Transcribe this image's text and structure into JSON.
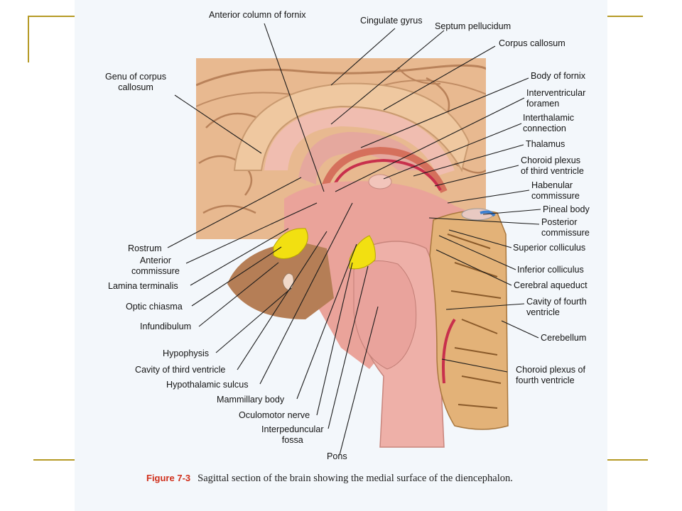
{
  "figure": {
    "number": "Figure 7-3",
    "caption": "Sagittal section of the brain showing the medial surface of the diencephalon."
  },
  "colors": {
    "frame_accent": "#b59a25",
    "figure_number": "#d0301c",
    "cortex": "#e8b990",
    "tissue_pink": "#e8a9a2",
    "choroid_red": "#c8304c",
    "yellow_structures": "#f2e011",
    "blue_pineal": "#3c7fd0"
  },
  "labels": {
    "anterior_column_of_fornix": "Anterior column of fornix",
    "cingulate_gyrus": "Cingulate gyrus",
    "septum_pellucidum": "Septum pellucidum",
    "corpus_callosum": "Corpus callosum",
    "genu_of_corpus_callosum": "Genu of corpus\ncallosum",
    "body_of_fornix": "Body of fornix",
    "interventricular_foramen": "Interventricular\nforamen",
    "interthalamic_connection": "Interthalamic\nconnection",
    "thalamus": "Thalamus",
    "choroid_plexus_third": "Choroid plexus\nof third ventricle",
    "habenular_commissure": "Habenular\ncommissure",
    "pineal_body": "Pineal body",
    "posterior_commissure": "Posterior\ncommissure",
    "superior_colliculus": "Superior colliculus",
    "inferior_colliculus": "Inferior colliculus",
    "cerebral_aqueduct": "Cerebral aqueduct",
    "cavity_of_fourth_ventricle": "Cavity of fourth\nventricle",
    "cerebellum": "Cerebellum",
    "choroid_plexus_fourth": "Choroid plexus of\nfourth ventricle",
    "rostrum": "Rostrum",
    "anterior_commissure": "Anterior\ncommissure",
    "lamina_terminalis": "Lamina terminalis",
    "optic_chiasma": "Optic chiasma",
    "infundibulum": "Infundibulum",
    "hypophysis": "Hypophysis",
    "cavity_of_third_ventricle": "Cavity of third ventricle",
    "hypothalamic_sulcus": "Hypothalamic sulcus",
    "mammillary_body": "Mammillary body",
    "oculomotor_nerve": "Oculomotor nerve",
    "interpeduncular_fossa": "Interpeduncular\nfossa",
    "pons": "Pons"
  },
  "leaders": [
    {
      "id": "anterior_column_of_fornix",
      "label": [
        372,
        33
      ],
      "target": [
        456,
        270
      ]
    },
    {
      "id": "cingulate_gyrus",
      "label": [
        556,
        40
      ],
      "target": [
        466,
        120
      ]
    },
    {
      "id": "septum_pellucidum",
      "label": [
        625,
        43
      ],
      "target": [
        466,
        175
      ]
    },
    {
      "id": "corpus_callosum",
      "label": [
        697,
        65
      ],
      "target": [
        540,
        155
      ]
    },
    {
      "id": "genu_of_corpus_callosum",
      "label": [
        246,
        134
      ],
      "target": [
        368,
        216
      ]
    },
    {
      "id": "body_of_fornix",
      "label": [
        744,
        110
      ],
      "target": [
        508,
        208
      ]
    },
    {
      "id": "interventricular_foramen",
      "label": [
        738,
        138
      ],
      "target": [
        472,
        270
      ]
    },
    {
      "id": "interthalamic_connection",
      "label": [
        734,
        174
      ],
      "target": [
        540,
        252
      ]
    },
    {
      "id": "thalamus",
      "label": [
        737,
        204
      ],
      "target": [
        582,
        248
      ]
    },
    {
      "id": "choroid_plexus_third",
      "label": [
        730,
        233
      ],
      "target": [
        612,
        262
      ]
    },
    {
      "id": "habenular_commissure",
      "label": [
        745,
        268
      ],
      "target": [
        630,
        286
      ]
    },
    {
      "id": "pineal_body",
      "label": [
        761,
        295
      ],
      "target": [
        680,
        302
      ]
    },
    {
      "id": "posterior_commissure",
      "label": [
        759,
        316
      ],
      "target": [
        604,
        307
      ]
    },
    {
      "id": "superior_colliculus",
      "label": [
        720,
        349
      ],
      "target": [
        632,
        324
      ]
    },
    {
      "id": "inferior_colliculus",
      "label": [
        726,
        380
      ],
      "target": [
        618,
        332
      ]
    },
    {
      "id": "cerebral_aqueduct",
      "label": [
        720,
        402
      ],
      "target": [
        614,
        352
      ]
    },
    {
      "id": "cavity_of_fourth_ventricle",
      "label": [
        738,
        428
      ],
      "target": [
        628,
        436
      ]
    },
    {
      "id": "cerebellum",
      "label": [
        758,
        476
      ],
      "target": [
        706,
        452
      ]
    },
    {
      "id": "choroid_plexus_fourth",
      "label": [
        714,
        524
      ],
      "target": [
        622,
        506
      ]
    },
    {
      "id": "rostrum",
      "label": [
        236,
        349
      ],
      "target": [
        424,
        250
      ]
    },
    {
      "id": "anterior_commissure",
      "label": [
        262,
        371
      ],
      "target": [
        446,
        286
      ]
    },
    {
      "id": "lamina_terminalis",
      "label": [
        268,
        402
      ],
      "target": [
        406,
        322
      ]
    },
    {
      "id": "optic_chiasma",
      "label": [
        270,
        431
      ],
      "target": [
        396,
        348
      ]
    },
    {
      "id": "infundibulum",
      "label": [
        280,
        460
      ],
      "target": [
        392,
        370
      ]
    },
    {
      "id": "hypophysis",
      "label": [
        304,
        497
      ],
      "target": [
        410,
        406
      ]
    },
    {
      "id": "cavity_of_third_ventricle",
      "label": [
        334,
        521
      ],
      "target": [
        460,
        326
      ]
    },
    {
      "id": "hypothalamic_sulcus",
      "label": [
        366,
        541
      ],
      "target": [
        496,
        286
      ]
    },
    {
      "id": "mammillary_body",
      "label": [
        418,
        562
      ],
      "target": [
        502,
        344
      ]
    },
    {
      "id": "oculomotor_nerve",
      "label": [
        446,
        585
      ],
      "target": [
        496,
        370
      ]
    },
    {
      "id": "interpeduncular_fossa",
      "label": [
        462,
        604
      ],
      "target": [
        518,
        375
      ]
    },
    {
      "id": "pons",
      "label": [
        478,
        641
      ],
      "target": [
        532,
        432
      ]
    }
  ]
}
